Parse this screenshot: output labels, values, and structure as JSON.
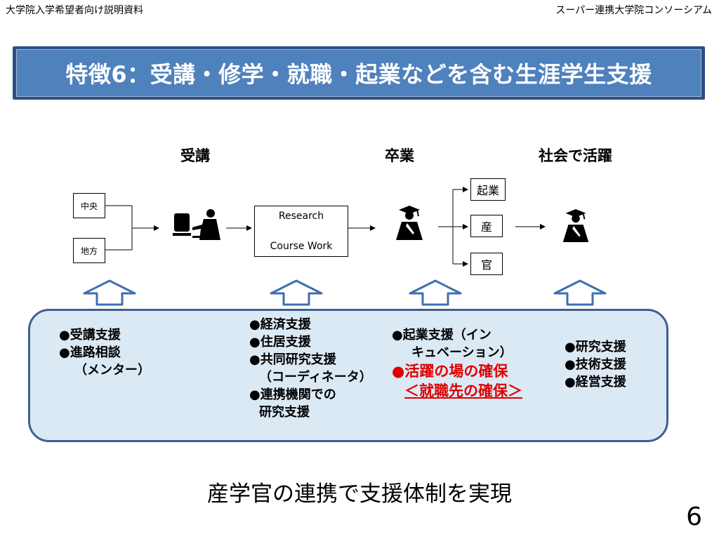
{
  "header": {
    "left": "大学院入学希望者向け説明資料",
    "right": "スーパー連携大学院コンソーシアム"
  },
  "title": "特徴6：受講・修学・就職・起業などを含む生涯学生支援",
  "stages": {
    "attend": "受講",
    "graduate": "卒業",
    "society": "社会で活躍"
  },
  "flow": {
    "sources": [
      "中央",
      "地方"
    ],
    "research_box": [
      "Research",
      "Course Work"
    ],
    "outcomes": [
      "起業",
      "産",
      "官"
    ]
  },
  "icons": {
    "student": "person-at-computer-icon",
    "graduate": "graduate-icon",
    "professional": "graduate-icon",
    "support_arrow": "up-arrow-icon"
  },
  "colors": {
    "banner": "#4f81bd",
    "banner_border": "#2c4f82",
    "support_bg": "#dbe9f5",
    "support_border": "#3f5f8f",
    "highlight": "#e00000"
  },
  "support": {
    "col1": [
      "●受講支援",
      "●進路相談",
      "（メンター）"
    ],
    "col2": [
      "●経済支援",
      "●住居支援",
      "●共同研究支援",
      "（コーディネータ）",
      "●連携機関での",
      "研究支援"
    ],
    "col3": [
      "●起業支援（イン",
      "キュベーション）"
    ],
    "col3_highlight": [
      "●活躍の場の確保",
      "＜就職先の確保＞"
    ],
    "col4": [
      "●研究支援",
      "●技術支援",
      "●経営支援"
    ]
  },
  "footer": "産学官の連携で支援体制を実現",
  "page_number": "6"
}
